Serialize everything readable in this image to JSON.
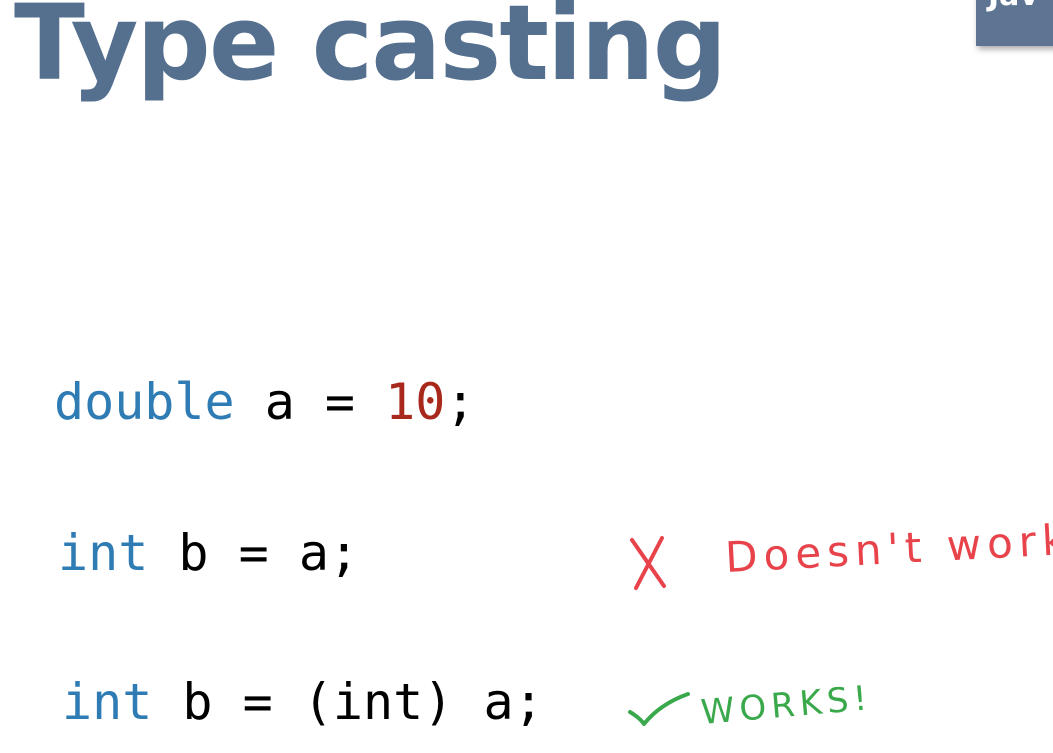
{
  "slide": {
    "title": "Type casting",
    "corner_tag": "Jav"
  },
  "code_lines": [
    {
      "type": "double",
      "rest": " a = ",
      "number": "10",
      "end": ";"
    },
    {
      "type": "int",
      "rest": " b = a;"
    },
    {
      "type": "int",
      "rest": " b = (int) a;"
    }
  ],
  "annotations": {
    "fail_note": {
      "text": "Doesn't work!",
      "color": "#e8434b",
      "icon": "x-mark-icon"
    },
    "ok_note": {
      "text": "WORKS!",
      "color": "#3aa94c",
      "icon": "checkmark-icon"
    }
  },
  "colors": {
    "title": "#55708f",
    "keyword": "#2f7bb3",
    "number": "#a8291b"
  }
}
